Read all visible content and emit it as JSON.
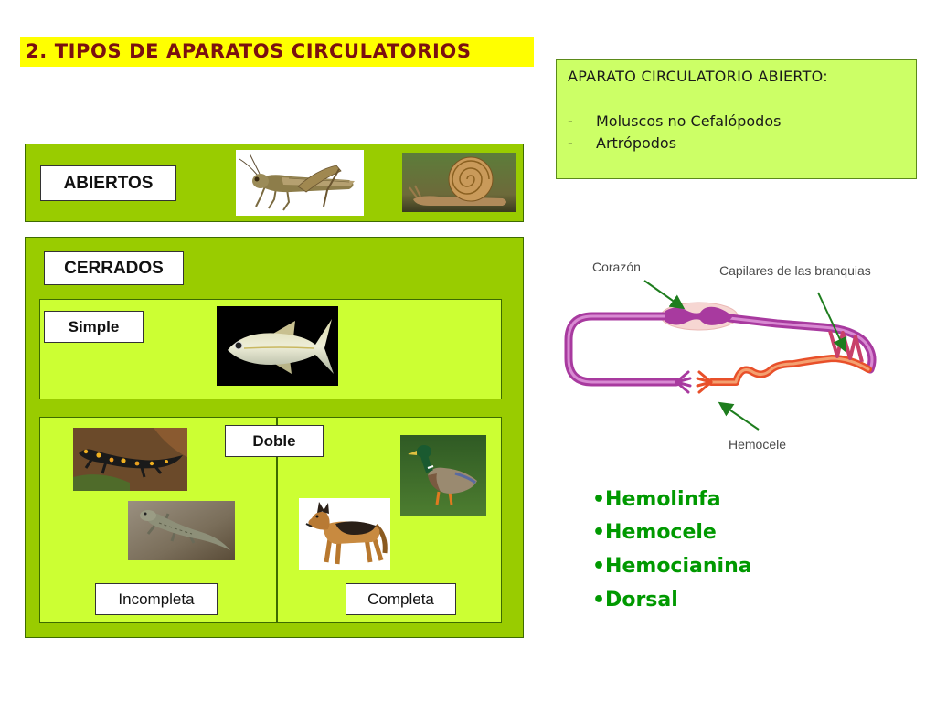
{
  "title": "2. TIPOS DE APARATOS CIRCULATORIOS",
  "info_box": {
    "heading": "APARATO CIRCULATORIO ABIERTO:",
    "items": [
      {
        "marker": "-",
        "text": "Moluscos no Cefalópodos"
      },
      {
        "marker": "-",
        "text": "Artrópodos"
      }
    ]
  },
  "abiertos": {
    "label": "ABIERTOS"
  },
  "cerrados": {
    "label": "CERRADOS",
    "simple": {
      "label": "Simple"
    },
    "doble": {
      "label": "Doble",
      "incompleta": "Incompleta",
      "completa": "Completa"
    }
  },
  "diagram": {
    "corazon": "Corazón",
    "capilares": "Capilares de las branquias",
    "hemocele": "Hemocele"
  },
  "bullets": [
    "•Hemolinfa",
    "•Hemocele",
    "•Hemocianina",
    "•Dorsal"
  ],
  "colors": {
    "title_highlight": "#ffff00",
    "title_text": "#7a1010",
    "panel_green": "#99cc00",
    "inner_panel": "#ccff33",
    "info_box": "#ccff66",
    "bullet_text": "#009900",
    "vessel_purple": "#a83a9f",
    "vessel_red": "#e8502a",
    "arrow_green": "#1e7d1e"
  }
}
